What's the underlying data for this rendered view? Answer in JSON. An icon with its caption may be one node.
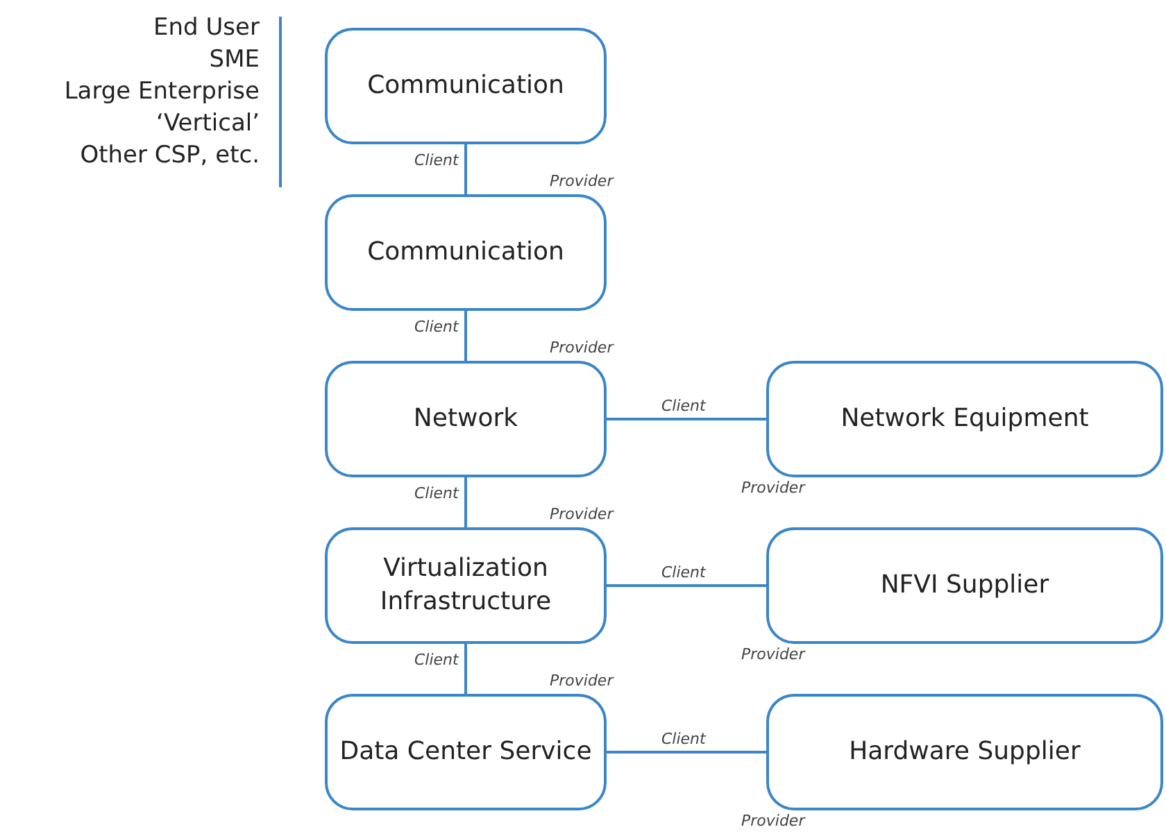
{
  "diagram": {
    "nodes": [
      {
        "text": [
          "Communication"
        ]
      },
      {
        "text": [
          "Communication"
        ],
        "beside": [
          "Provider"
        ]
      },
      {
        "text": [
          "Network"
        ],
        "beside": [
          "Provider"
        ]
      },
      {
        "text": [
          "Virtualization Infrastructure"
        ],
        "beside": [
          "Provider"
        ]
      },
      {
        "text": [
          "Data Center Service"
        ],
        "beside": [
          "Provider"
        ]
      },
      {
        "text": [
          "Network Equipment"
        ],
        "beside": [
          "Provider"
        ]
      },
      {
        "text": [
          "NFVI Supplier"
        ],
        "beside": [
          "Provider"
        ]
      },
      {
        "text": [
          "Hardware Supplier"
        ],
        "beside": [
          "Provider"
        ]
      }
    ],
    "edges": [
      {
        "from": 0,
        "to": 1,
        "arrow": "none",
        "label": "Client"
      },
      {
        "from": 1,
        "to": 2,
        "arrow": "none",
        "label": "Client"
      },
      {
        "from": 2,
        "to": 3,
        "arrow": "none",
        "label": "Client"
      },
      {
        "from": 3,
        "to": 4,
        "arrow": "none",
        "label": "Client"
      },
      {
        "from": 2,
        "to": 5,
        "arrow": "none",
        "label": "Client"
      },
      {
        "from": 3,
        "to": 6,
        "arrow": "none",
        "label": "Client"
      },
      {
        "from": 4,
        "to": 7,
        "arrow": "none",
        "label": "Client"
      }
    ],
    "labels": [
      "End User",
      "SME",
      "Large Enterprise",
      "‘Vertical’",
      "Other CSP, etc."
    ]
  }
}
